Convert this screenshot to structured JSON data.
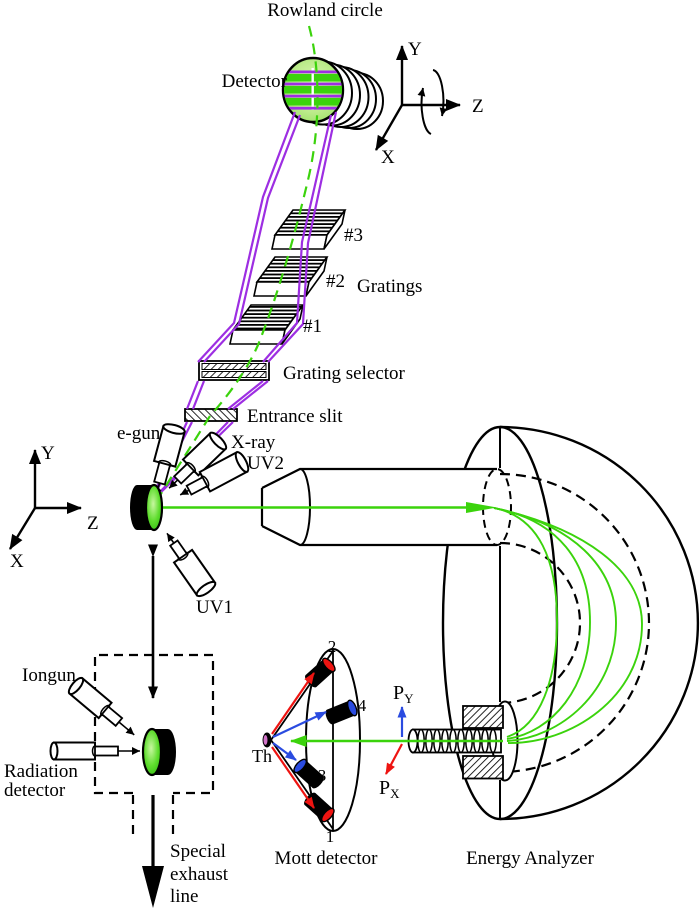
{
  "colors": {
    "beam_green": "#3bd30c",
    "purple": "#9d2ee2",
    "red": "#ee1411",
    "blue": "#2a4be0",
    "ink": "#000000",
    "detector_face": "#b9ec87",
    "sample_green": "#46ce1d"
  },
  "monochromator": {
    "rowland_circle": "Rowland circle",
    "detector": "Detector",
    "gratings": "Gratings",
    "grating3": "#3",
    "grating2": "#2",
    "grating1": "#1",
    "grating_selector": "Grating selector",
    "entrance_slit": "Entrance slit"
  },
  "sources": {
    "e_gun": "e-gun",
    "x_ray": "X-ray",
    "uv2": "UV2",
    "uv1": "UV1"
  },
  "axes": {
    "x": "X",
    "y": "Y",
    "z": "Z"
  },
  "prep": {
    "iongun": "Iongun",
    "radiation_line1": "Radiation",
    "radiation_line2": "detector",
    "exhaust_line1": "Special",
    "exhaust_line2": "exhaust",
    "exhaust_line3": "line"
  },
  "mott": {
    "label": "Mott detector",
    "th": "Th",
    "n1": "1",
    "n2": "2",
    "n3": "3",
    "n4": "4",
    "p": "P",
    "sub_y": "Y",
    "sub_x": "X"
  },
  "analyzer": {
    "label": "Energy Analyzer"
  }
}
